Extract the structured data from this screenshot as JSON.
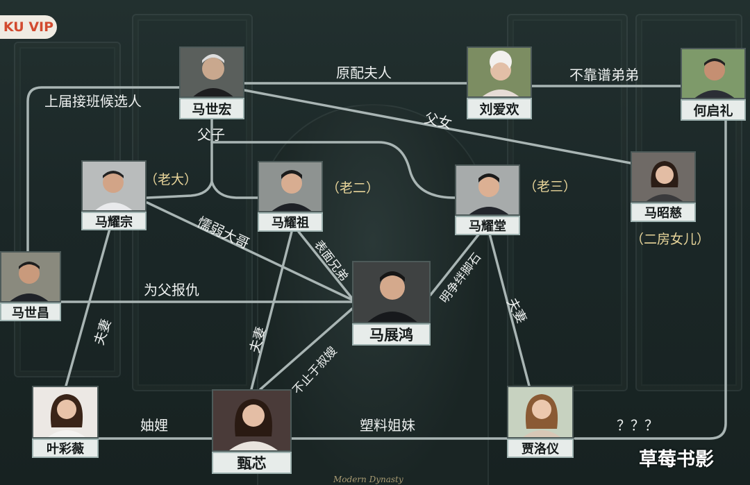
{
  "badge": "KU VIP",
  "watermark": "草莓书影",
  "footer_text": "Modern Dynasty",
  "characters": {
    "ma_shihong": "马世宏",
    "liu_aihuan": "刘爱欢",
    "he_qili": "何启礼",
    "ma_yaozong": "马耀宗",
    "ma_yaozu": "马耀祖",
    "ma_yaotang": "马耀堂",
    "ma_zhaoci": "马昭慈",
    "ma_shichang": "马世昌",
    "ma_zhanhong": "马展鸿",
    "ye_caiwei": "叶彩薇",
    "zhen_xin": "甄芯",
    "jia_luoyi": "贾洛仪"
  },
  "tags": {
    "eldest": "（老大）",
    "second": "（老二）",
    "third": "（老三）",
    "second_wife_daughter": "（二房女儿）"
  },
  "relations": {
    "original_wife": "原配夫人",
    "unreliable_brother": "不靠谱弟弟",
    "previous_successor": "上届接班候选人",
    "father_daughter": "父女",
    "father_son": "父子",
    "weak_brother": "懦弱大哥",
    "surface_brothers": "表面兄弟",
    "stumbling_block": "明争绊脚石",
    "couple_tang": "夫妻",
    "revenge": "为父报仇",
    "couple_zong": "夫妻",
    "couple_zu": "夫妻",
    "more_than_in_laws": "不止于叔嫂",
    "sisters_in_law": "妯娌",
    "plastic_sisters": "塑料姐妹",
    "unknown": "？？？"
  }
}
